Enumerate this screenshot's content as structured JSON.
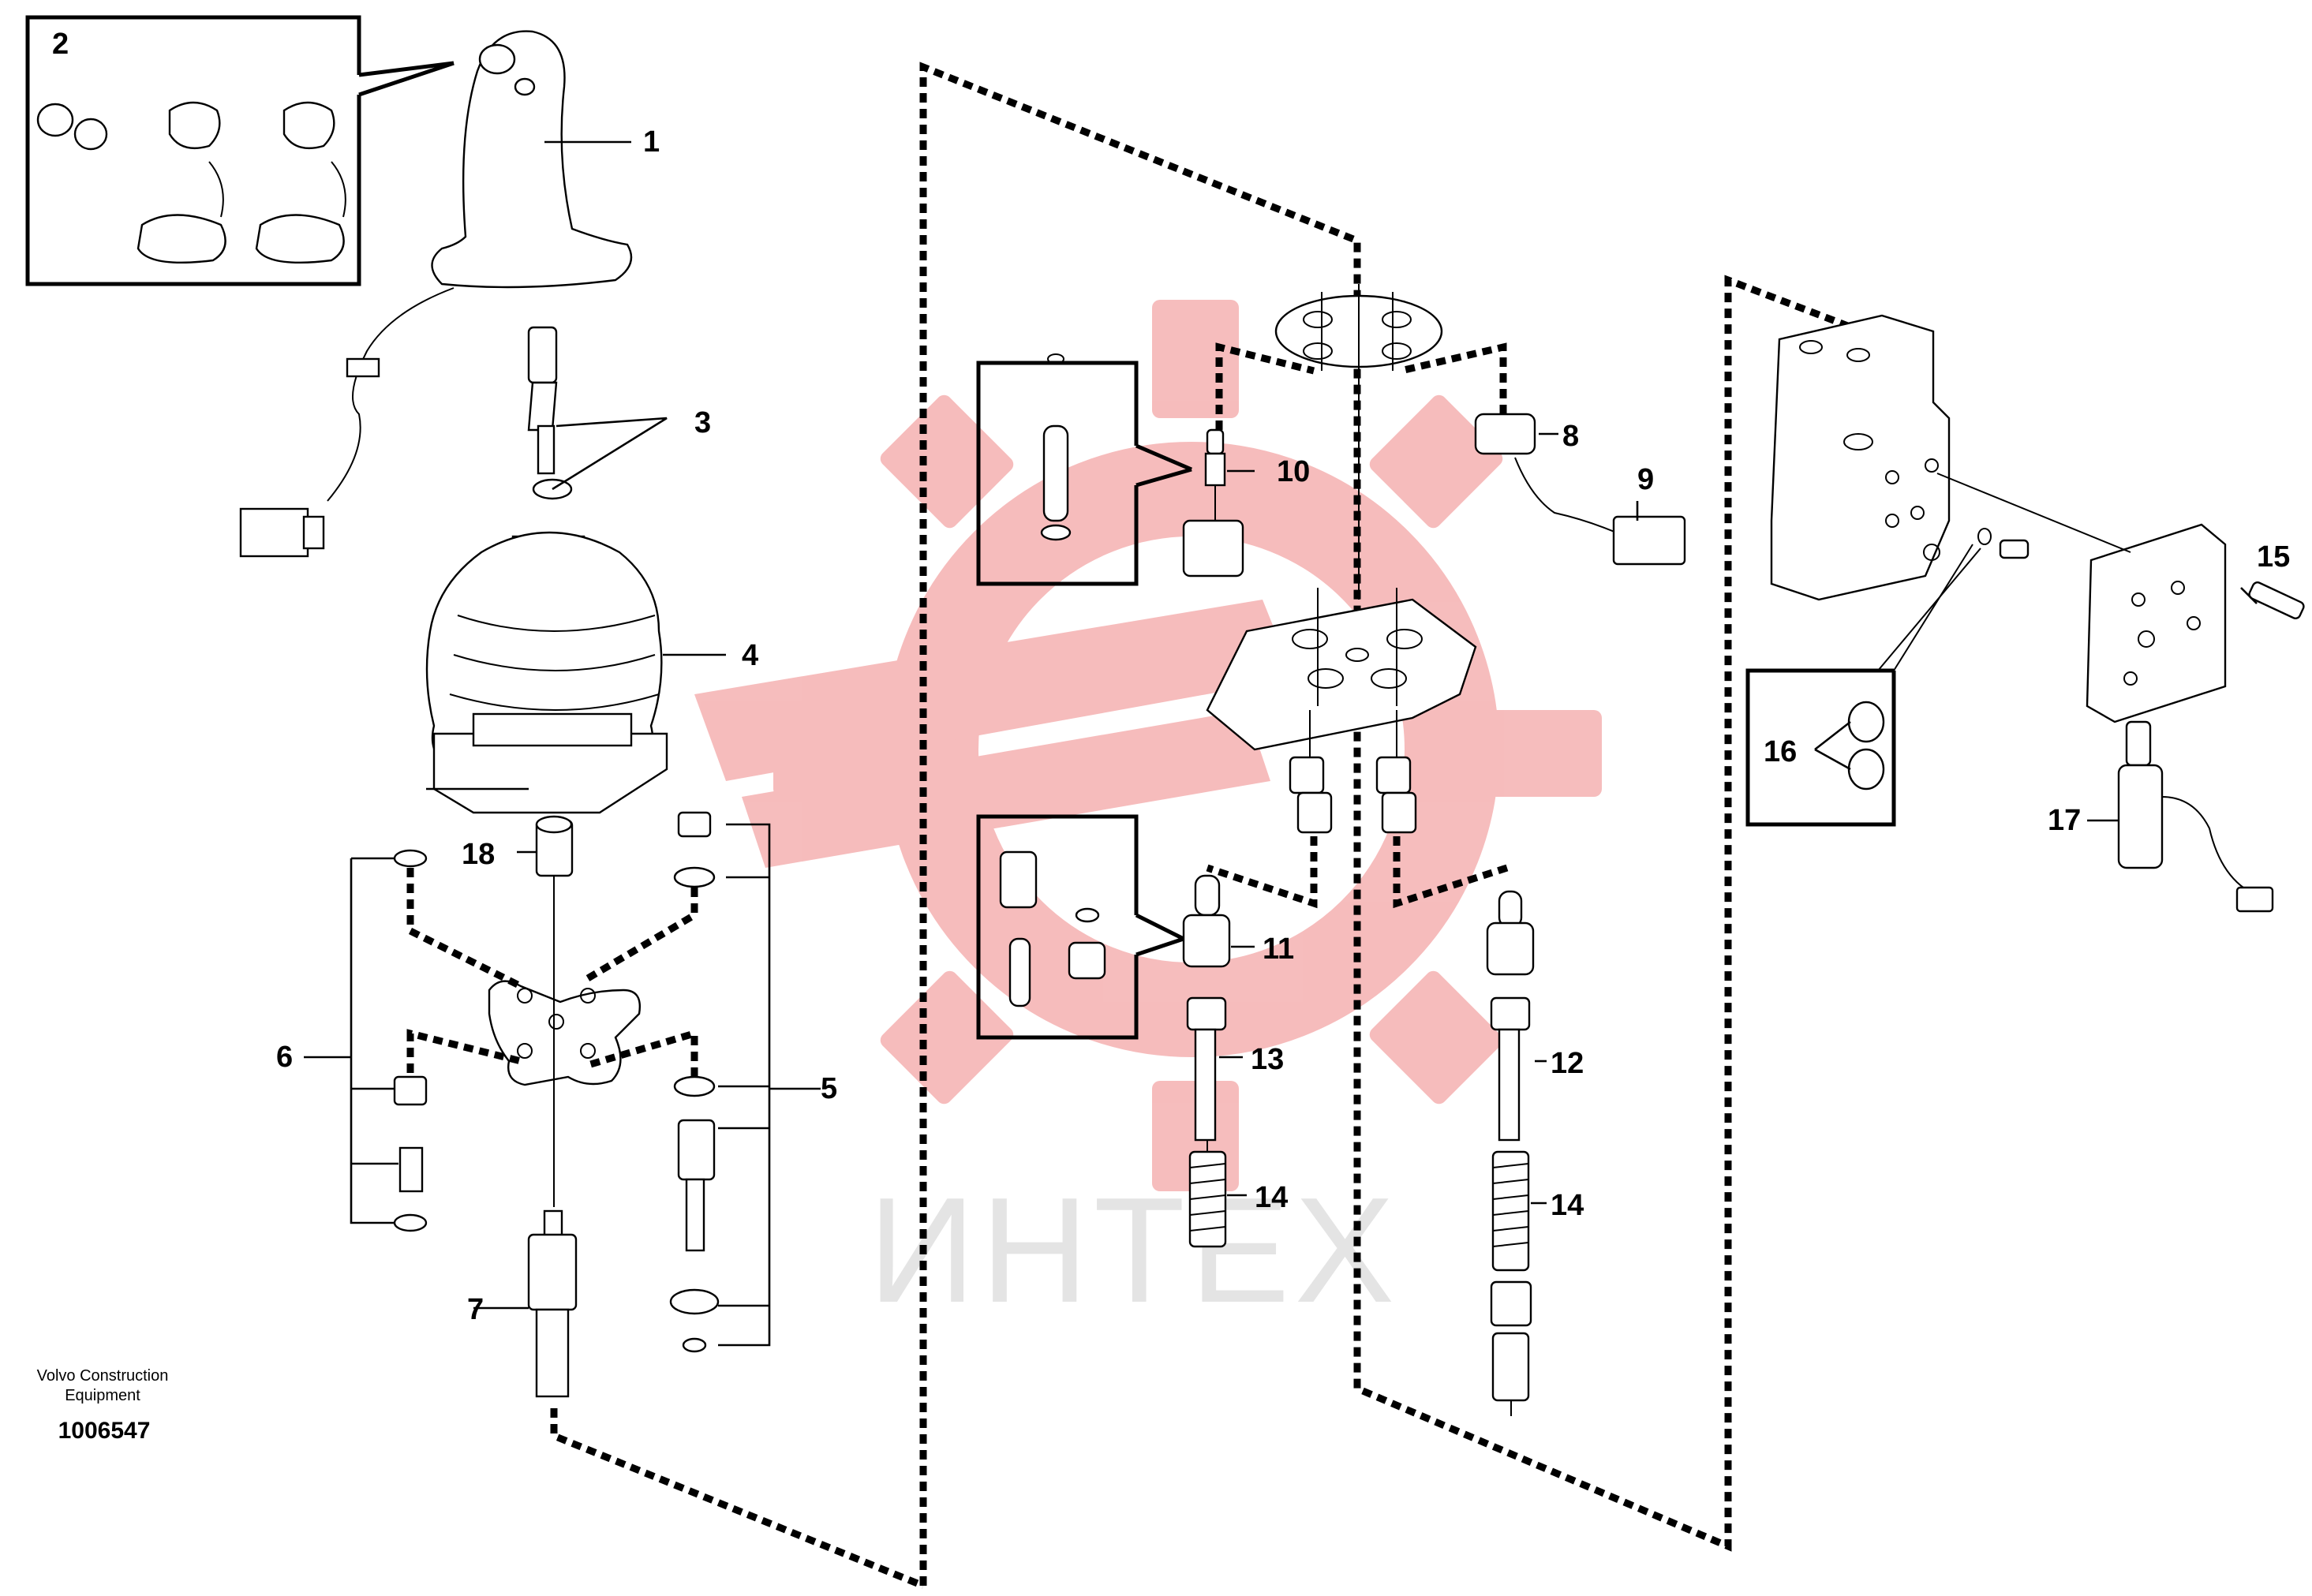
{
  "watermark": {
    "text": "ИНТЕХ",
    "logo_color": "#f6b9b9",
    "text_color": "#e4e4e4"
  },
  "caption": {
    "line1": "Volvo Construction",
    "line2": "Equipment",
    "number": "1006547"
  },
  "callouts": {
    "n1": "1",
    "n2": "2",
    "n3": "3",
    "n4": "4",
    "n5": "5",
    "n6": "6",
    "n7": "7",
    "n8": "8",
    "n9": "9",
    "n10": "10",
    "n11": "11",
    "n12": "12",
    "n13": "13",
    "n14a": "14",
    "n14b": "14",
    "n15": "15",
    "n16": "16",
    "n17": "17",
    "n18": "18"
  }
}
